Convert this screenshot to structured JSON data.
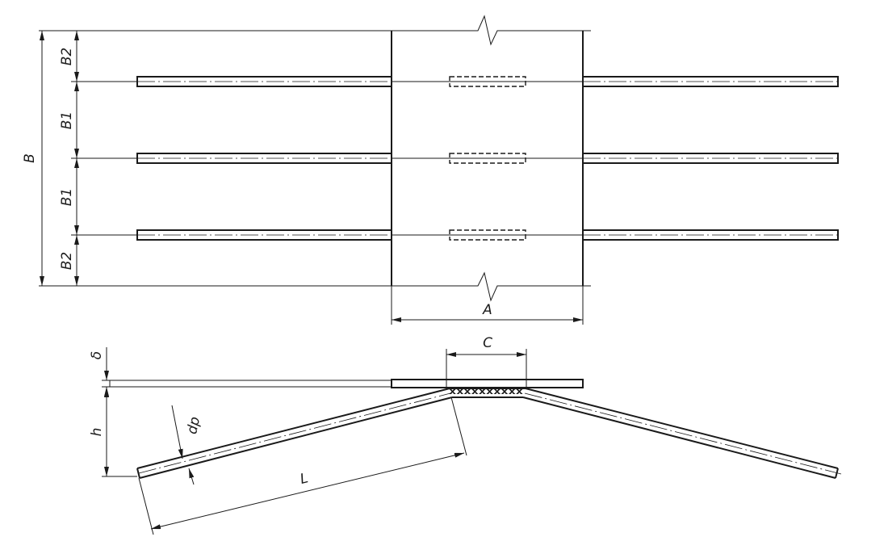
{
  "labels": {
    "B": "B",
    "B1": "B1",
    "B2": "B2",
    "A": "A",
    "C": "C",
    "delta": "δ",
    "h": "h",
    "L": "L",
    "dp": "dp"
  },
  "weld_marks": "xxxxxxxxxx"
}
